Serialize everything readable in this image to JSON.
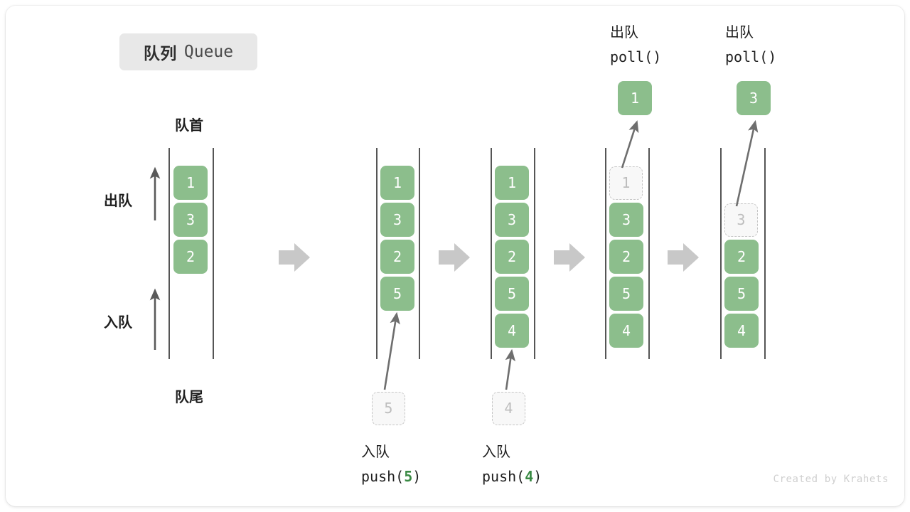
{
  "title": {
    "cn": "队列",
    "en": "Queue"
  },
  "labels": {
    "head": "队首",
    "tail": "队尾",
    "dequeue": "出队",
    "enqueue": "入队"
  },
  "colors": {
    "cell_fill": "#8cbe8c",
    "cell_text": "#ffffff",
    "ghost_fill": "#f8f8f8",
    "ghost_border": "#c6c6c6",
    "ghost_text": "#bdbdbd",
    "rail": "#555555",
    "arrow_step": "#c8c8c8",
    "arrow_motion": "#6e6e6e",
    "accent_number": "#3a8a44",
    "chip_bg": "#e8e8e8"
  },
  "columns": [
    {
      "name": "initial-queue",
      "cells": [
        {
          "value": "1",
          "ghost": false
        },
        {
          "value": "3",
          "ghost": false
        },
        {
          "value": "2",
          "ghost": false
        }
      ],
      "caption_cn": "",
      "caption_code": "",
      "caption_num": ""
    },
    {
      "name": "after-push-5",
      "cells": [
        {
          "value": "1",
          "ghost": false
        },
        {
          "value": "3",
          "ghost": false
        },
        {
          "value": "2",
          "ghost": false
        },
        {
          "value": "5",
          "ghost": false
        }
      ],
      "incoming": "5",
      "caption_cn": "入队",
      "caption_code_prefix": "push(",
      "caption_num": "5",
      "caption_code_suffix": ")"
    },
    {
      "name": "after-push-4",
      "cells": [
        {
          "value": "1",
          "ghost": false
        },
        {
          "value": "3",
          "ghost": false
        },
        {
          "value": "2",
          "ghost": false
        },
        {
          "value": "5",
          "ghost": false
        },
        {
          "value": "4",
          "ghost": false
        }
      ],
      "incoming": "4",
      "caption_cn": "入队",
      "caption_code_prefix": "push(",
      "caption_num": "4",
      "caption_code_suffix": ")"
    },
    {
      "name": "after-poll-1",
      "cells": [
        {
          "value": "1",
          "ghost": true
        },
        {
          "value": "3",
          "ghost": false
        },
        {
          "value": "2",
          "ghost": false
        },
        {
          "value": "5",
          "ghost": false
        },
        {
          "value": "4",
          "ghost": false
        }
      ],
      "popped": "1",
      "header_cn": "出队",
      "header_code": "poll()"
    },
    {
      "name": "after-poll-3",
      "cells": [
        {
          "value": "",
          "ghost": false,
          "hidden": true
        },
        {
          "value": "3",
          "ghost": true
        },
        {
          "value": "2",
          "ghost": false
        },
        {
          "value": "5",
          "ghost": false
        },
        {
          "value": "4",
          "ghost": false
        }
      ],
      "popped": "3",
      "header_cn": "出队",
      "header_code": "poll()"
    }
  ],
  "watermark": "Created by Krahets"
}
